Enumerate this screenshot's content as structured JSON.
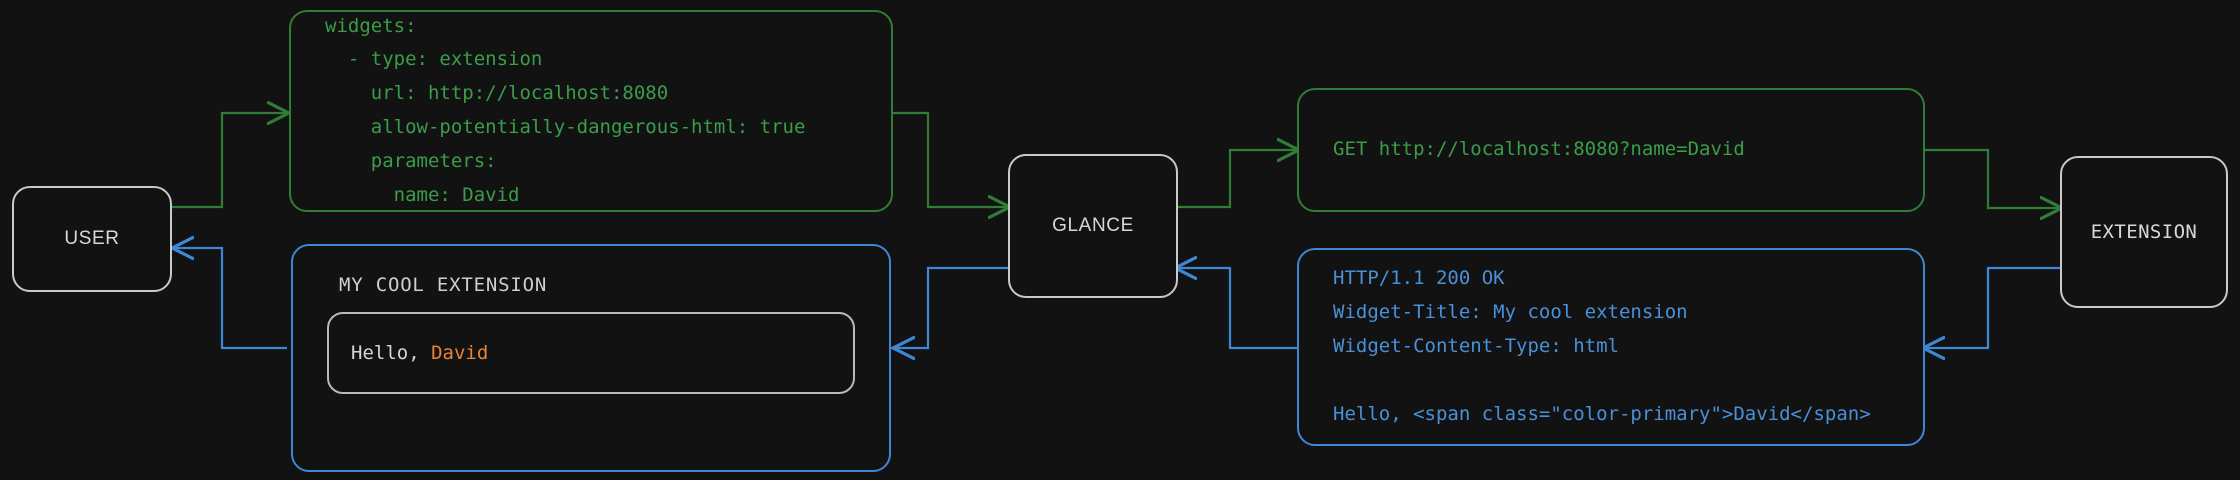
{
  "diagram": {
    "title": "Glance extension request/response flow",
    "background_color": "#121212",
    "request_color": "#2f7d36",
    "response_color": "#3f87d4",
    "node_border_color": "#c9c9c9",
    "accent_color": "#e8833a"
  },
  "nodes": {
    "user": {
      "label": "USER"
    },
    "glance": {
      "label": "GLANCE"
    },
    "extension": {
      "label": "EXTENSION"
    }
  },
  "panels": {
    "config": {
      "kind": "yaml-config",
      "color": "#3a9d4a",
      "text": "widgets:\n  - type: extension\n    url: http://localhost:8080\n    allow-potentially-dangerous-html: true\n    parameters:\n      name: David"
    },
    "request": {
      "kind": "http-request",
      "color": "#3a9d4a",
      "text": "GET http://localhost:8080?name=David"
    },
    "response": {
      "kind": "http-response",
      "color": "#4a90d9",
      "text": "HTTP/1.1 200 OK\nWidget-Title: My cool extension\nWidget-Content-Type: html\n\nHello, <span class=\"color-primary\">David</span>"
    },
    "widget_preview": {
      "kind": "rendered-widget",
      "title": "MY COOL EXTENSION",
      "greeting": "Hello, ",
      "name": "David"
    }
  }
}
